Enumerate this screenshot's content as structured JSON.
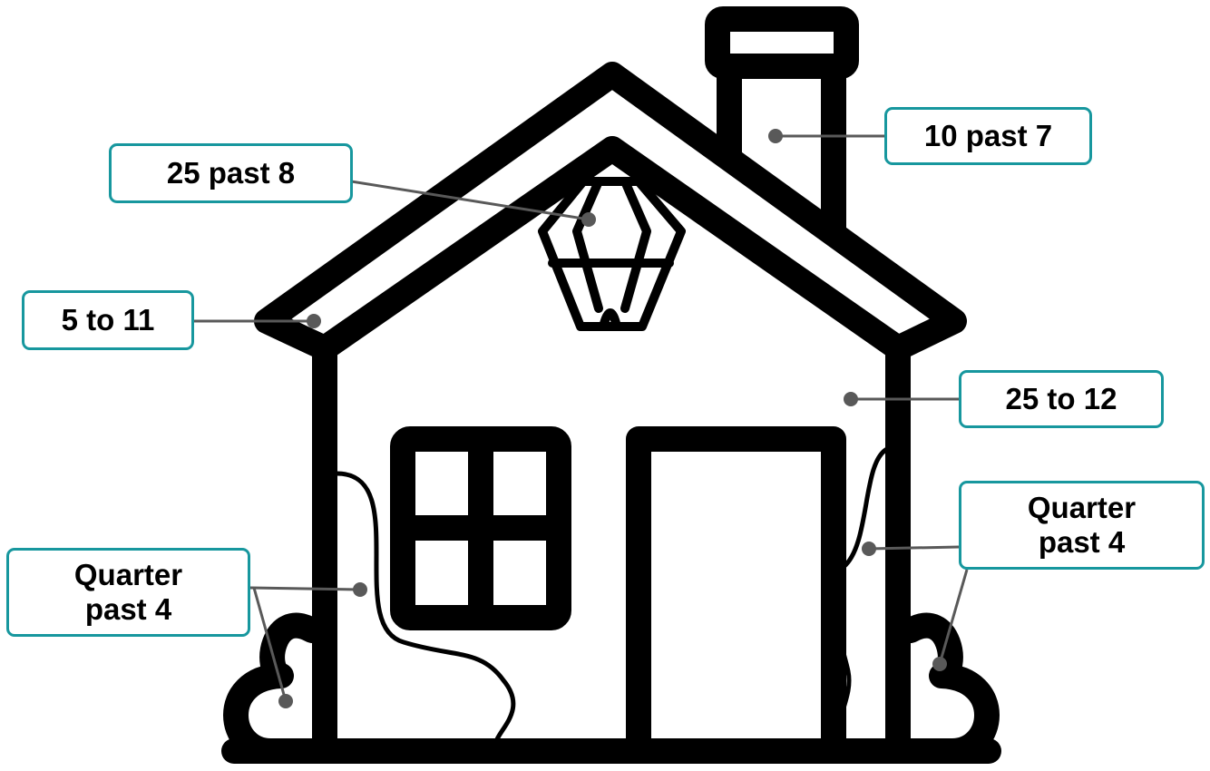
{
  "diagram": {
    "labels": [
      {
        "id": "chimney",
        "text": "10 past 7"
      },
      {
        "id": "lantern",
        "text": "25 past 8"
      },
      {
        "id": "roof",
        "text": "5 to 11"
      },
      {
        "id": "wall",
        "text": "25 to 12"
      },
      {
        "id": "vine_right",
        "text": "Quarter\npast 4"
      },
      {
        "id": "vine_left",
        "text": "Quarter\npast 4"
      }
    ],
    "colors": {
      "label_border": "#17979e",
      "leader_line": "#595959",
      "outline": "#000000",
      "background": "#ffffff"
    }
  }
}
